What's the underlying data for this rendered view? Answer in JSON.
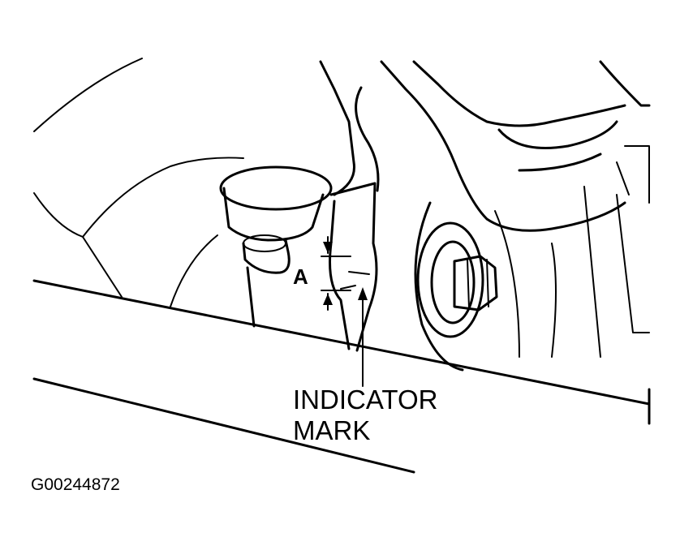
{
  "labels": {
    "dimension": "A",
    "indicator_line1": "INDICATOR",
    "indicator_line2": "MARK",
    "figure_id": "G00244872"
  },
  "colors": {
    "ink": "#000000",
    "background": "#ffffff"
  }
}
